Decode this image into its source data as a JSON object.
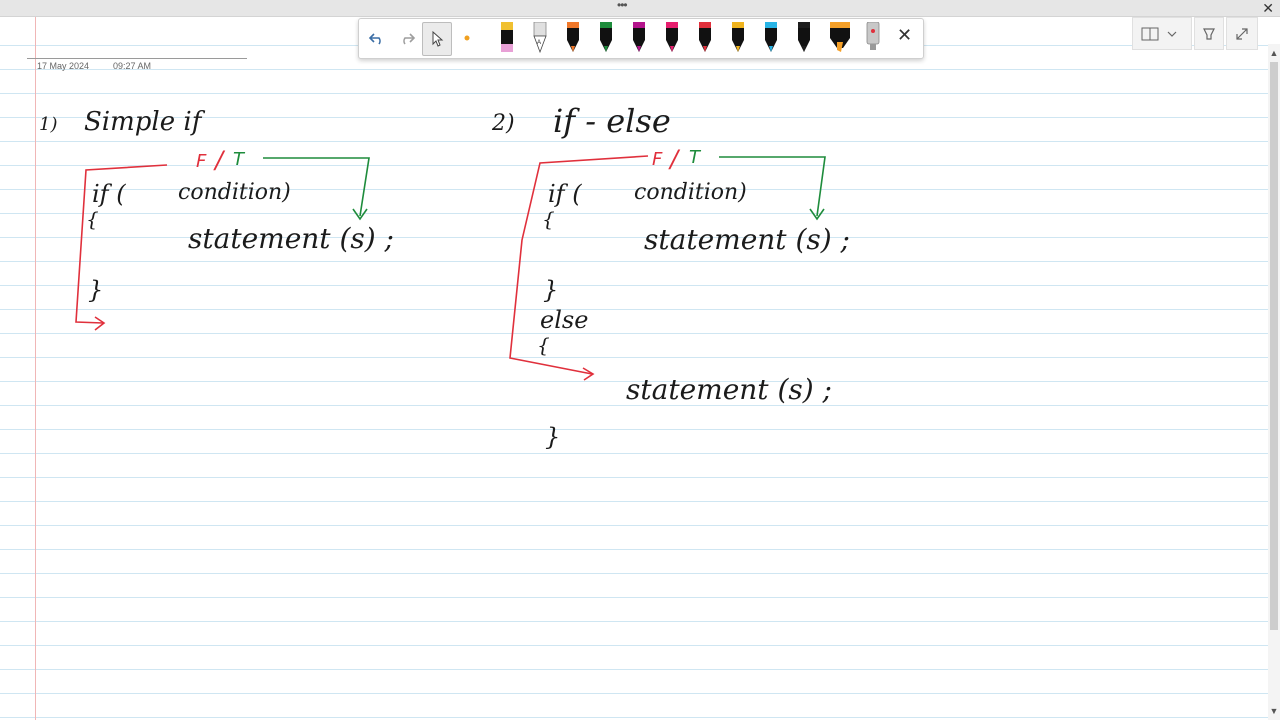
{
  "window": {
    "drag_handle": "•••",
    "close_glyph": "✕"
  },
  "note": {
    "date": "17 May 2024",
    "time": "09:27 AM"
  },
  "toolbar": {
    "undo_icon": "undo-icon",
    "redo_icon": "redo-icon",
    "select_icon": "select-cursor-icon",
    "lasso_icon": "lasso-dot-icon",
    "close_glyph": "✕",
    "pens": [
      {
        "name": "pen-pink-black",
        "color": "#e8a0d6"
      },
      {
        "name": "pen-pencil",
        "color": "#b0b0b0"
      },
      {
        "name": "pen-orange",
        "color": "#f0782a"
      },
      {
        "name": "pen-green",
        "color": "#1e8c3c"
      },
      {
        "name": "pen-purple",
        "color": "#b4148c"
      },
      {
        "name": "pen-magenta",
        "color": "#e61e6e"
      },
      {
        "name": "pen-red",
        "color": "#e0303c"
      },
      {
        "name": "pen-yellow",
        "color": "#f0b41e"
      },
      {
        "name": "pen-cyan",
        "color": "#28b4e6"
      },
      {
        "name": "pen-black",
        "color": "#1e1e1e"
      },
      {
        "name": "highlighter-orange",
        "color": "#f5a028"
      },
      {
        "name": "pen-red-gray",
        "color": "#c8c8c8"
      }
    ]
  },
  "ink": {
    "section1_number": "1)",
    "section1_title": "Simple  if",
    "section2_number": "2)",
    "section2_title": "if - else",
    "ft_f": "F",
    "ft_slash": "/",
    "ft_t": "T",
    "if_keyword": "if (",
    "condition": "condition)",
    "open_brace": "{",
    "close_brace": "}",
    "statement": "statement (s) ;",
    "else_keyword": "else"
  },
  "colors": {
    "true_branch": "#1e8c3c",
    "false_branch": "#e0303c",
    "ink": "#1b1b1b"
  }
}
